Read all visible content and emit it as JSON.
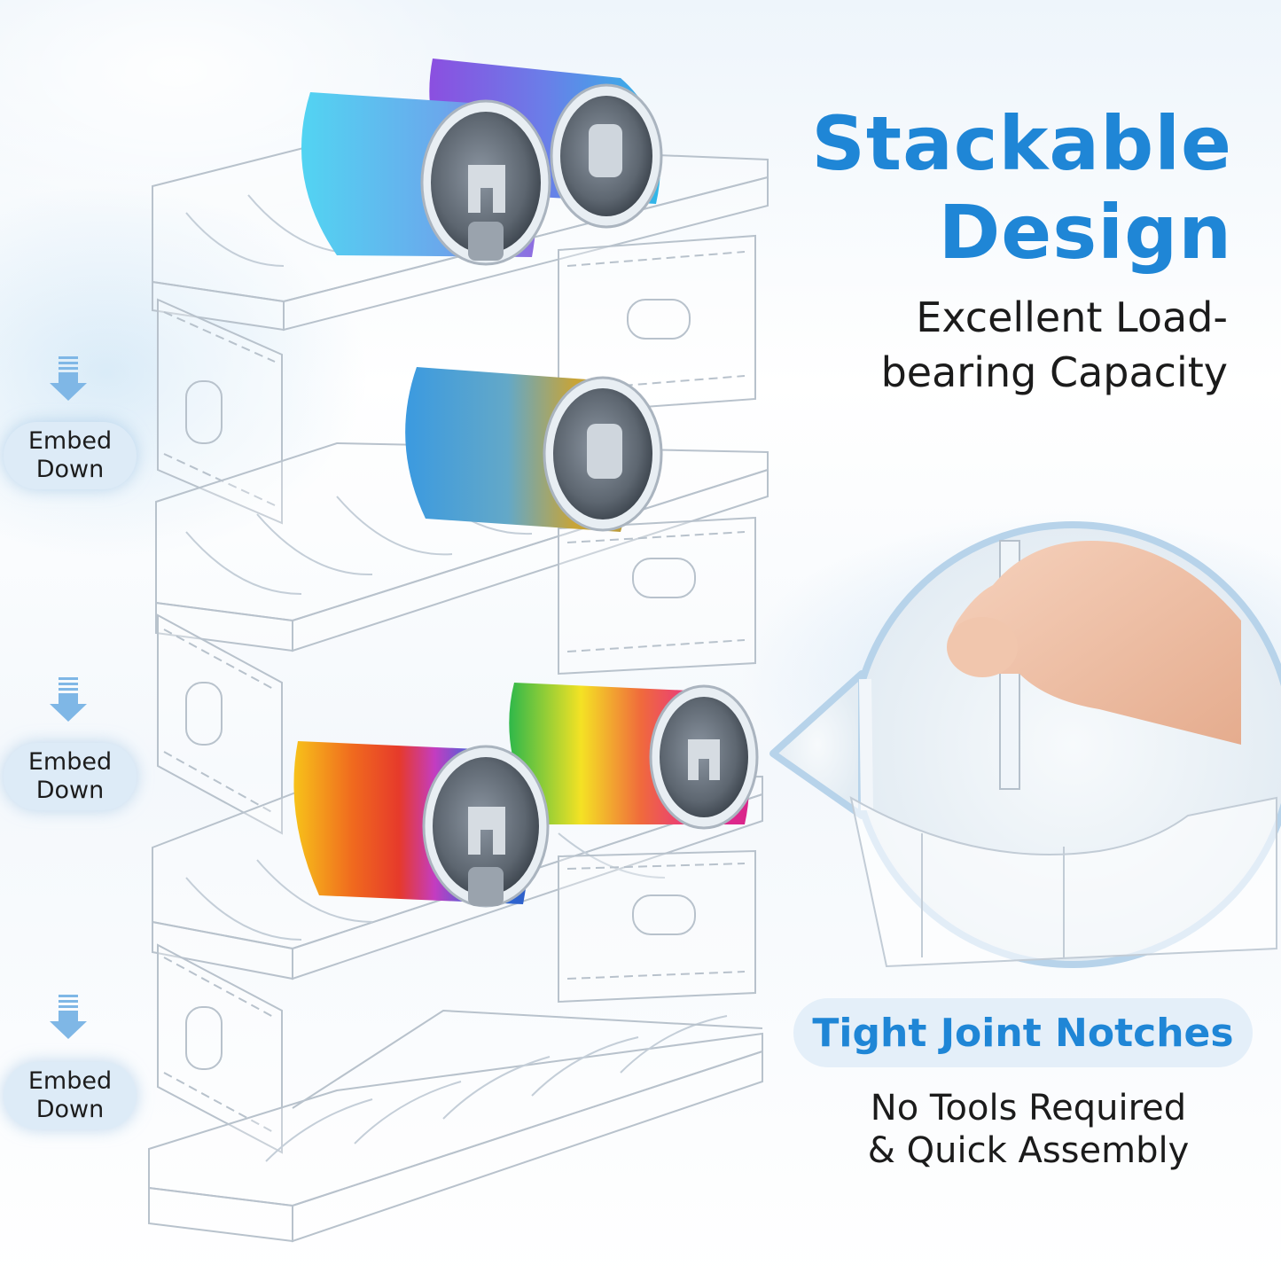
{
  "headline": {
    "line1": "Stackable",
    "line2": "Design"
  },
  "subheadline": {
    "line1": "Excellent Load-",
    "line2": "bearing Capacity"
  },
  "steps": [
    {
      "line1": "Embed",
      "line2": "Down"
    },
    {
      "line1": "Embed",
      "line2": "Down"
    },
    {
      "line1": "Embed",
      "line2": "Down"
    }
  ],
  "feature": {
    "title": "Tight Joint Notches",
    "line1": "No Tools Required",
    "line2": "& Quick Assembly"
  },
  "icons": [
    "down-arrow-icon",
    "down-arrow-icon",
    "down-arrow-icon"
  ],
  "colors": {
    "accent": "#1f86d6",
    "label_bg": "#ddebf7",
    "tumbler_1": [
      "#4fd0f0",
      "#8f6ce0"
    ],
    "tumbler_2": [
      "#8b4fe0",
      "#2fb8e8"
    ],
    "tumbler_3": [
      "#3b9ae0",
      "#c9a436"
    ],
    "tumbler_4": [
      "#f7c21a",
      "#e63a2b",
      "#2b6de0"
    ],
    "tumbler_5": [
      "#2fb84a",
      "#f4e224",
      "#e82b8f"
    ]
  }
}
